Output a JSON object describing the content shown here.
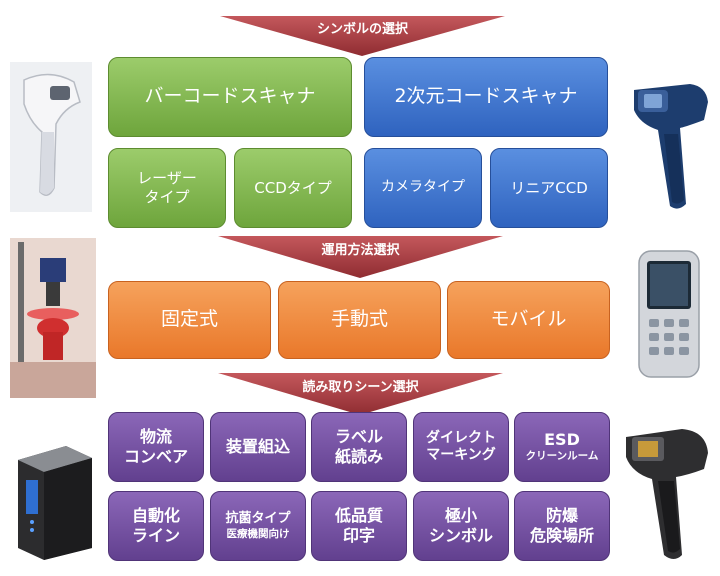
{
  "arrows": {
    "symbol_selection": "シンボルの選択",
    "operation_selection": "運用方法選択",
    "reading_scene_selection": "読み取りシーン選択"
  },
  "scanner_types": {
    "barcode_scanner": "バーコードスキャナ",
    "twod_scanner": "2次元コードスキャナ",
    "laser_type_line1": "レーザー",
    "laser_type_line2": "タイプ",
    "ccd_type": "CCDタイプ",
    "camera_type": "カメラタイプ",
    "linear_ccd": "リニアCCD"
  },
  "operation_methods": {
    "fixed": "固定式",
    "handheld": "手動式",
    "mobile": "モバイル"
  },
  "scenes": {
    "logistics_line1": "物流",
    "logistics_line2": "コンベア",
    "device_embed": "装置組込",
    "label_line1": "ラベル",
    "label_line2": "紙読み",
    "direct_line1": "ダイレクト",
    "direct_line2": "マーキング",
    "esd_line1": "ESD",
    "esd_line2": "クリーンルーム",
    "automation_line1": "自動化",
    "automation_line2": "ライン",
    "antibacterial_line1": "抗菌タイプ",
    "antibacterial_line2": "医療機関向け",
    "low_quality_line1": "低品質",
    "low_quality_line2": "印字",
    "tiny_line1": "極小",
    "tiny_line2": "シンボル",
    "explosion_line1": "防爆",
    "explosion_line2": "危険場所"
  },
  "colors": {
    "arrow": "#a43a3f",
    "green": "#7cb34b",
    "blue": "#3a72d0",
    "orange": "#ef8a3b",
    "purple": "#71509e"
  }
}
